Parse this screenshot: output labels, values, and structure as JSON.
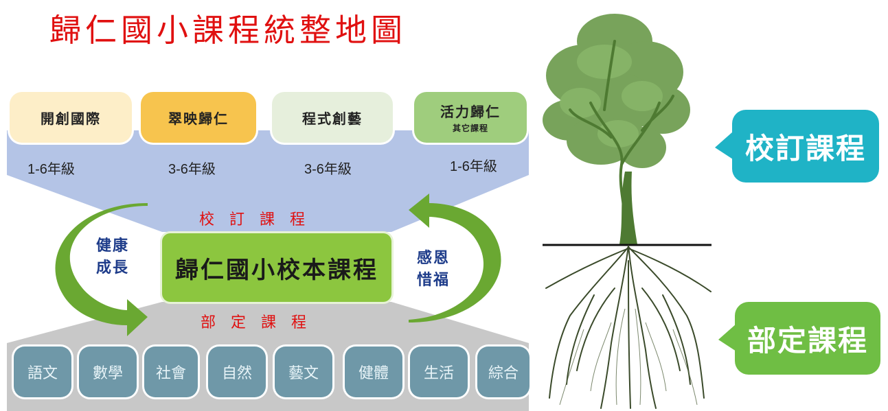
{
  "title": "歸仁國小課程統整地圖",
  "tabs": [
    {
      "label": "開創國際",
      "sub": "",
      "grade": "1-6年級",
      "color": "#fdeec8"
    },
    {
      "label": "翠映歸仁",
      "sub": "",
      "grade": "3-6年級",
      "color": "#f7c44e"
    },
    {
      "label": "程式創藝",
      "sub": "",
      "grade": "3-6年級",
      "color": "#e6efdc"
    },
    {
      "label": "活力歸仁",
      "sub": "其它課程",
      "grade": "1-6年級",
      "color": "#9fcd7d"
    }
  ],
  "school_course_label": "校　訂　課　程",
  "center_label": "歸仁國小校本課程",
  "ministry_course_label": "部　定　課　程",
  "left_arrow_label": "健康\n成長",
  "right_arrow_label": "感恩\n惜福",
  "subjects": [
    "語文",
    "數學",
    "社會",
    "自然",
    "藝文",
    "健體",
    "生活",
    "綜合"
  ],
  "bubble_top": {
    "label": "校訂課程",
    "color": "#1fb3c6"
  },
  "bubble_bottom": {
    "label": "部定課程",
    "color": "#6fbe44"
  },
  "colors": {
    "title": "#e01010",
    "band_top": "#b4c4e6",
    "band_bottom": "#c8c8c8",
    "center_box": "#8cc63f",
    "arrow": "#6aa832",
    "subject_box": "#6f98a8",
    "tree_green": "#5a8a3a",
    "root": "#3a4a2a"
  }
}
